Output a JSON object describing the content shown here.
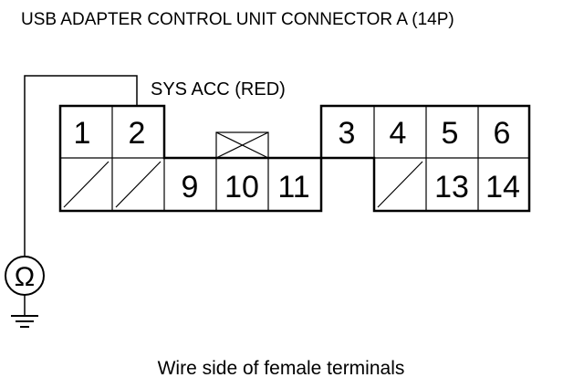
{
  "title": "USB ADAPTER CONTROL UNIT CONNECTOR A (14P)",
  "wire_label": "SYS ACC (RED)",
  "caption": "Wire side of female terminals",
  "ohmmeter_symbol": "Ω",
  "icons": {
    "ohmmeter": "ohmmeter-icon",
    "ground": "ground-symbol-icon",
    "unused_terminal": "diagonal-slash-icon",
    "blocked_terminal": "x-cross-icon"
  },
  "connector": {
    "top_row_left": [
      "1",
      "2"
    ],
    "top_row_right": [
      "3",
      "4",
      "5",
      "6"
    ],
    "bottom_row_middle": [
      "9",
      "10",
      "11"
    ],
    "bottom_row_right": [
      "13",
      "14"
    ]
  }
}
